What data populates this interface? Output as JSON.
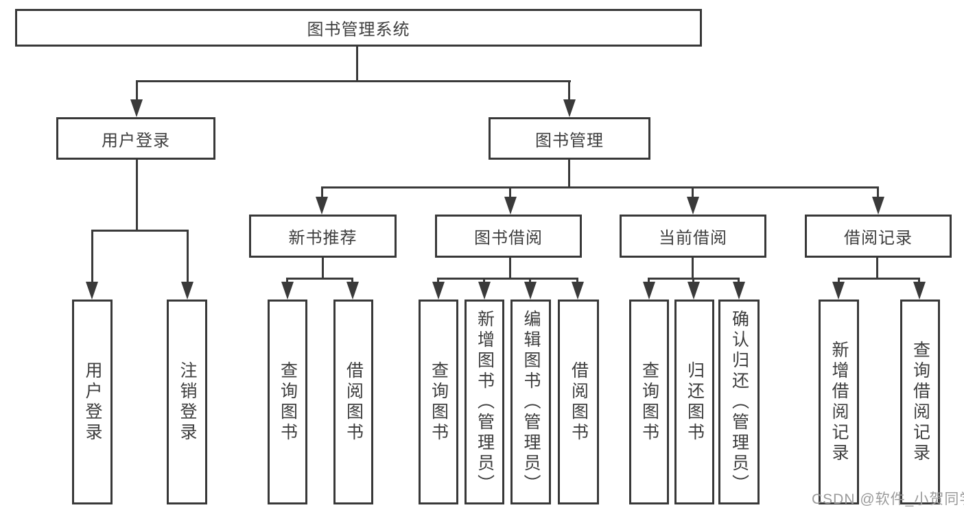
{
  "diagram": {
    "root": {
      "label": "图书管理系统"
    },
    "branches": [
      {
        "label": "用户登录",
        "children": [
          {
            "label": "用户登录"
          },
          {
            "label": "注销登录"
          }
        ]
      },
      {
        "label": "图书管理",
        "modules": [
          {
            "label": "新书推荐",
            "children": [
              {
                "label": "查询图书"
              },
              {
                "label": "借阅图书"
              }
            ]
          },
          {
            "label": "图书借阅",
            "children": [
              {
                "label": "查询图书"
              },
              {
                "label": "新增图书（管理员）"
              },
              {
                "label": "编辑图书（管理员）"
              },
              {
                "label": "借阅图书"
              }
            ]
          },
          {
            "label": "当前借阅",
            "children": [
              {
                "label": "查询图书"
              },
              {
                "label": "归还图书"
              },
              {
                "label": "确认归还（管理员）"
              }
            ]
          },
          {
            "label": "借阅记录",
            "children": [
              {
                "label": "新增借阅记录"
              },
              {
                "label": "查询借阅记录"
              }
            ]
          }
        ]
      }
    ],
    "watermark": "CSDN @软件_小贺同学",
    "colors": {
      "line": "#3a3a3a",
      "border": "#383838",
      "text": "#3d3d3d",
      "background": "#ffffff",
      "watermark": "#9a9a9a"
    }
  }
}
